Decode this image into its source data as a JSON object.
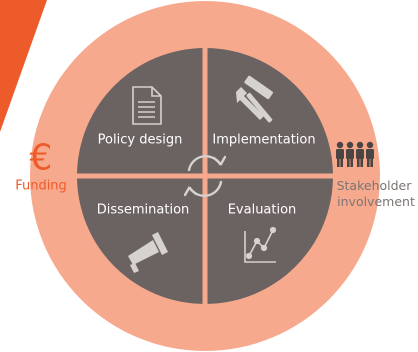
{
  "quadrants": {
    "top_left": "Policy design",
    "top_right": "Implementation",
    "bottom_left": "Dissemination",
    "bottom_right": "Evaluation"
  },
  "left_side": {
    "label": "Funding",
    "symbol": "€",
    "icon": "euro-icon"
  },
  "right_side": {
    "label_line1": "Stakeholder",
    "label_line2": "involvement",
    "icon": "people-icon"
  },
  "center_icon": "cycle-arrows-icon",
  "colors": {
    "outer_ring": "#f7a98d",
    "quadrant": "#6b6361",
    "divider": "#f7a98d",
    "accent": "#ee5b2b",
    "dark_icon": "#4a4443",
    "icon_light": "#d6d2d0",
    "grey_text": "#7b7573"
  }
}
